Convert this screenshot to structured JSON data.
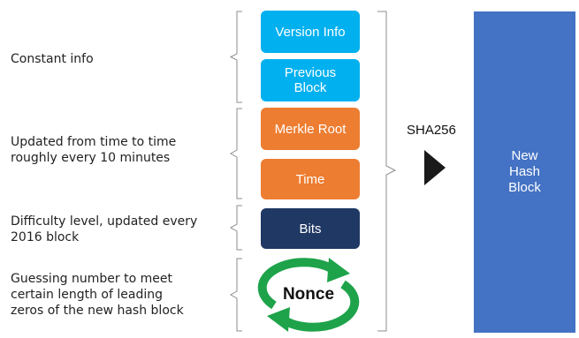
{
  "labels": {
    "constant": [
      "Constant info"
    ],
    "updated": [
      "Updated from time to time",
      "roughly every 10 minutes"
    ],
    "difficulty": [
      "Difficulty level, updated every",
      "2016 block"
    ],
    "guessing": [
      "Guessing number to meet",
      "certain length of leading",
      "zeros of the new hash block"
    ]
  },
  "boxes": {
    "version": [
      "Version Info"
    ],
    "previous": [
      "Previous",
      "Block"
    ],
    "merkle": [
      "Merkle Root"
    ],
    "time": [
      "Time"
    ],
    "bits": [
      "Bits"
    ],
    "nonce": "Nonce"
  },
  "hash_function": "SHA256",
  "output_block": [
    "New",
    "Hash",
    "Block"
  ],
  "colors": {
    "cyan": "#00b0ef",
    "orange": "#ed7d31",
    "navy": "#203864",
    "output_blue": "#4472c4",
    "nonce_green": "#1ea34a"
  }
}
